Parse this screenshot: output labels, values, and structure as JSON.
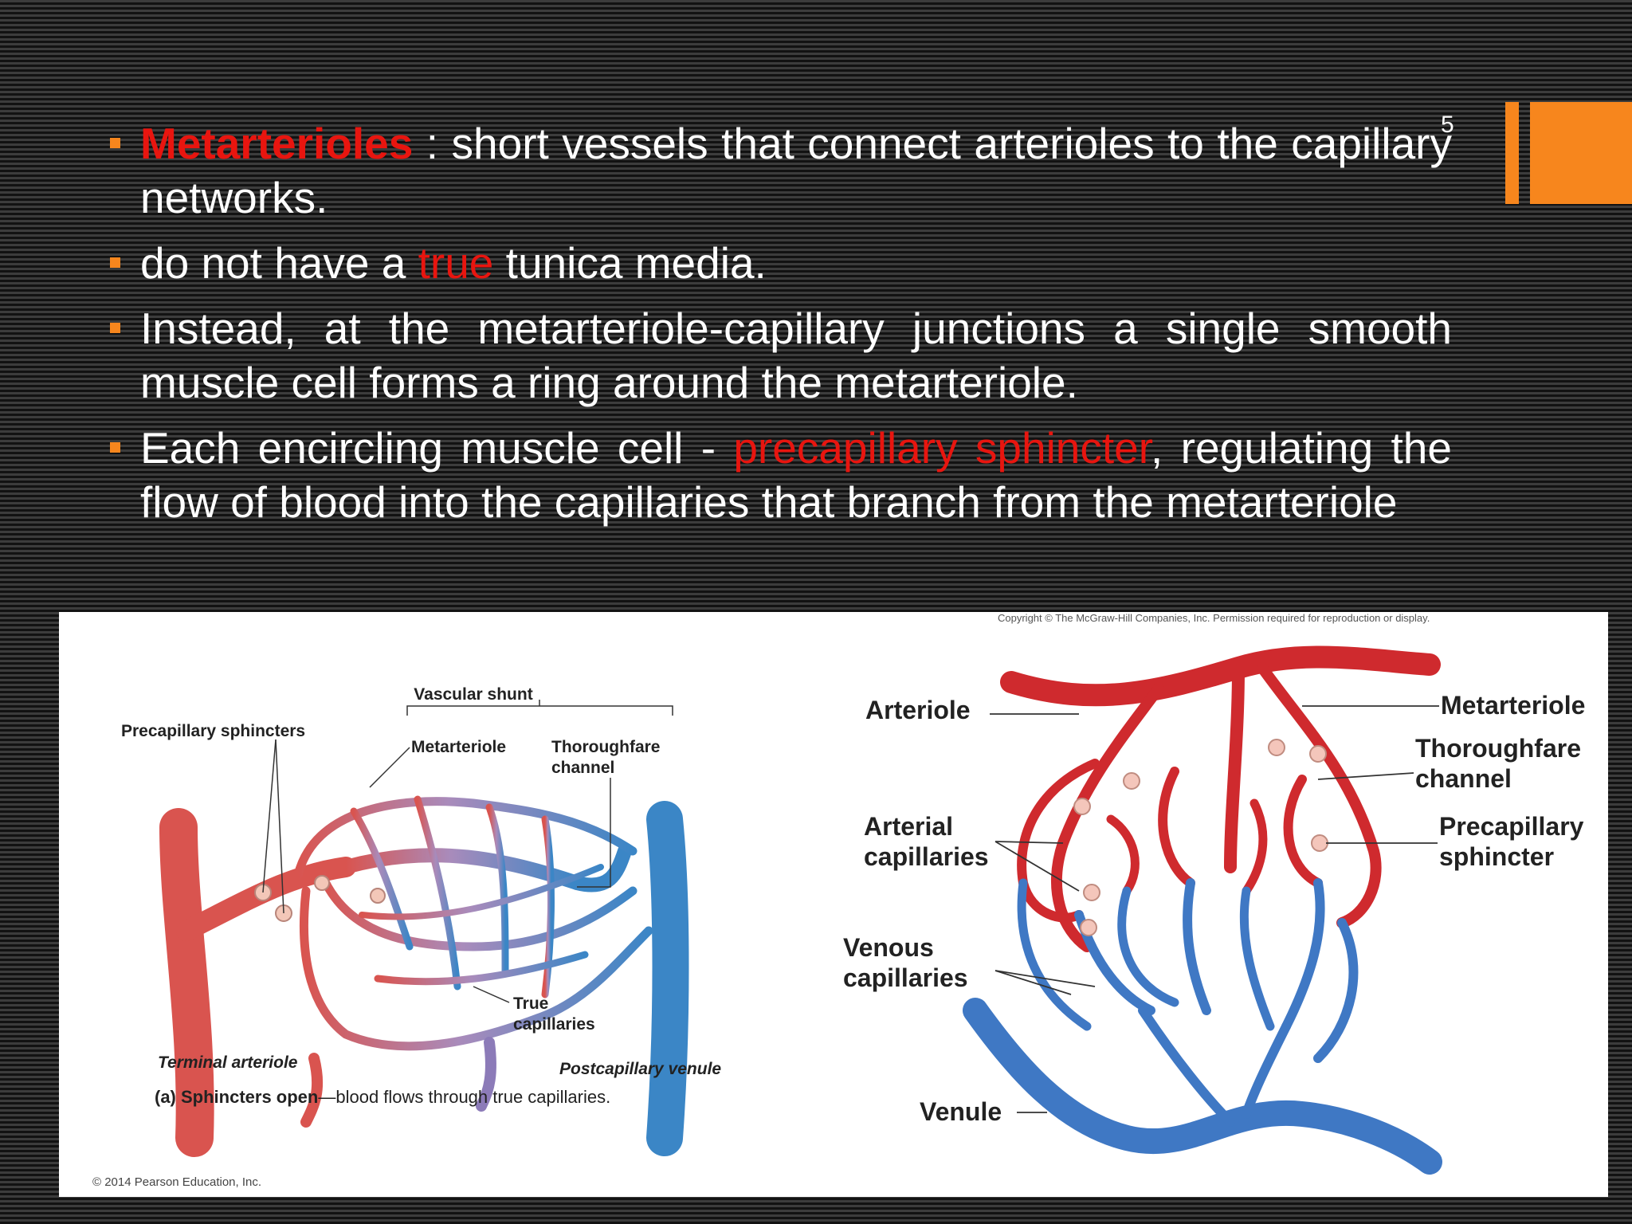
{
  "slide_number": "5",
  "bullets": [
    {
      "term": "Metarterioles",
      "text": " :  short  vessels  that  connect  arterioles  to  the capillary networks."
    },
    {
      "pre": " do not have a ",
      "highlight": "true",
      "post": " tunica media."
    },
    {
      "text": "Instead, at the metarteriole-capillary junctions a single smooth muscle cell forms a ring around the metarteriole."
    },
    {
      "pre": "Each encircling muscle cell - ",
      "highlight": "precapillary sphincter",
      "post": ", regulating the flow of blood into the capillaries that branch from the metarteriole"
    }
  ],
  "figure_left": {
    "labels": {
      "vascular_shunt": "Vascular shunt",
      "precapillary_sphincters": "Precapillary sphincters",
      "metarteriole": "Metarteriole",
      "thoroughfare_1": "Thoroughfare",
      "thoroughfare_2": "channel",
      "true_1": "True",
      "true_2": "capillaries",
      "terminal_arteriole": "Terminal arteriole",
      "postcapillary_venule": "Postcapillary venule"
    },
    "caption_bold": "(a) Sphincters open",
    "caption_rest": "—blood flows through true capillaries.",
    "copyright": "© 2014 Pearson Education, Inc."
  },
  "figure_right": {
    "copyright": "Copyright © The McGraw-Hill Companies, Inc. Permission required for reproduction or display.",
    "labels": {
      "arteriole": "Arteriole",
      "metarteriole": "Metarteriole",
      "thoroughfare_1": "Thoroughfare",
      "thoroughfare_2": "channel",
      "arterial_1": "Arterial",
      "arterial_2": "capillaries",
      "precapillary_1": "Precapillary",
      "precapillary_2": "sphincter",
      "venous_1": "Venous",
      "venous_2": "capillaries",
      "venule": "Venule"
    }
  },
  "colors": {
    "accent": "#f7861d",
    "highlight": "#e8150f",
    "artery": "#d42a2a",
    "vein": "#3f78c4"
  }
}
